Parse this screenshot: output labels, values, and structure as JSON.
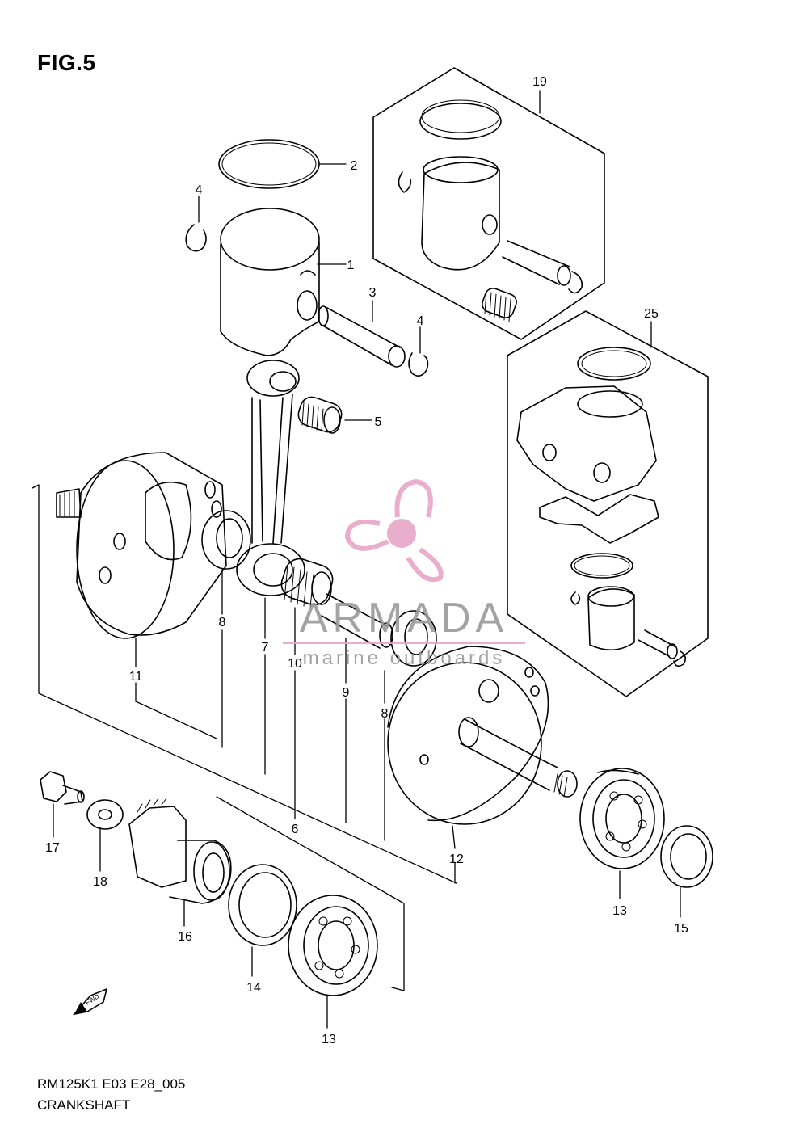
{
  "figure": {
    "title": "FIG.5",
    "code": "RM125K1 E03 E28_005",
    "name": "CRANKSHAFT"
  },
  "watermark": {
    "brand": "ARMADA",
    "tagline": "marine outboards",
    "color_pink": "#e8a6c8",
    "color_text": "#9a9a9a"
  },
  "callouts": {
    "c1": "1",
    "c2": "2",
    "c3": "3",
    "c4a": "4",
    "c4b": "4",
    "c5": "5",
    "c6": "6",
    "c7": "7",
    "c8a": "8",
    "c8b": "8",
    "c9": "9",
    "c10": "10",
    "c11": "11",
    "c12": "12",
    "c13a": "13",
    "c13b": "13",
    "c14": "14",
    "c15": "15",
    "c16": "16",
    "c17": "17",
    "c18": "18",
    "c19": "19",
    "c25": "25"
  },
  "fwd_label": "FWD"
}
